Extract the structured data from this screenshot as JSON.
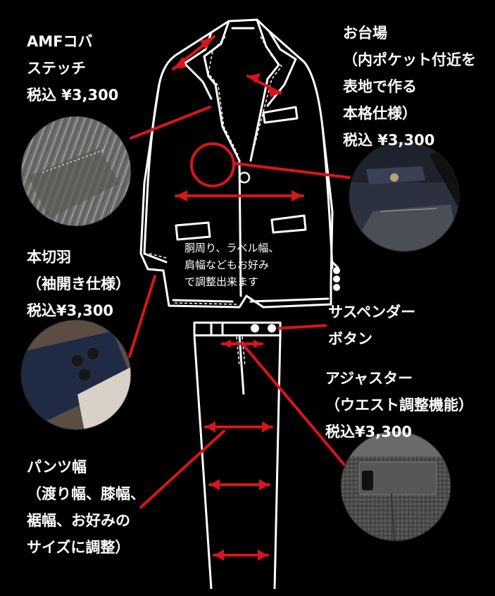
{
  "labels": {
    "amf": [
      "AMFコバ",
      "ステッチ",
      "税込 ¥3,300"
    ],
    "odaiba": [
      "お台場",
      "（内ポケット付近を",
      "表地で作る",
      "本格仕様）",
      "税込 ¥3,300"
    ],
    "honsetsu": [
      "本切羽",
      "（袖開き仕様）",
      "税込¥3,300"
    ],
    "suspender": [
      "サスペンダー",
      "ボタン"
    ],
    "adjuster": [
      "アジャスター",
      "（ウエスト調整機能）",
      "税込¥3,300"
    ],
    "pants": [
      "パンツ幅",
      "（渡り幅、膝幅、",
      "裾幅、お好みの",
      "サイズに調整）"
    ],
    "center_note": [
      "胴周り、ラベル幅、",
      "肩幅などもお好み",
      "で調整出来ます"
    ]
  },
  "photos": [
    {
      "name": "amf-stitch-photo",
      "subject": "grey striped lapel edge"
    },
    {
      "name": "odaiba-photo",
      "subject": "navy jacket inner pocket"
    },
    {
      "name": "sleeve-button-photo",
      "subject": "navy sleeve with buttons"
    },
    {
      "name": "adjuster-photo",
      "subject": "grey trousers waist adjuster"
    }
  ],
  "colors": {
    "background": "#000000",
    "line": "#ffffff",
    "accent": "#d9141e"
  }
}
